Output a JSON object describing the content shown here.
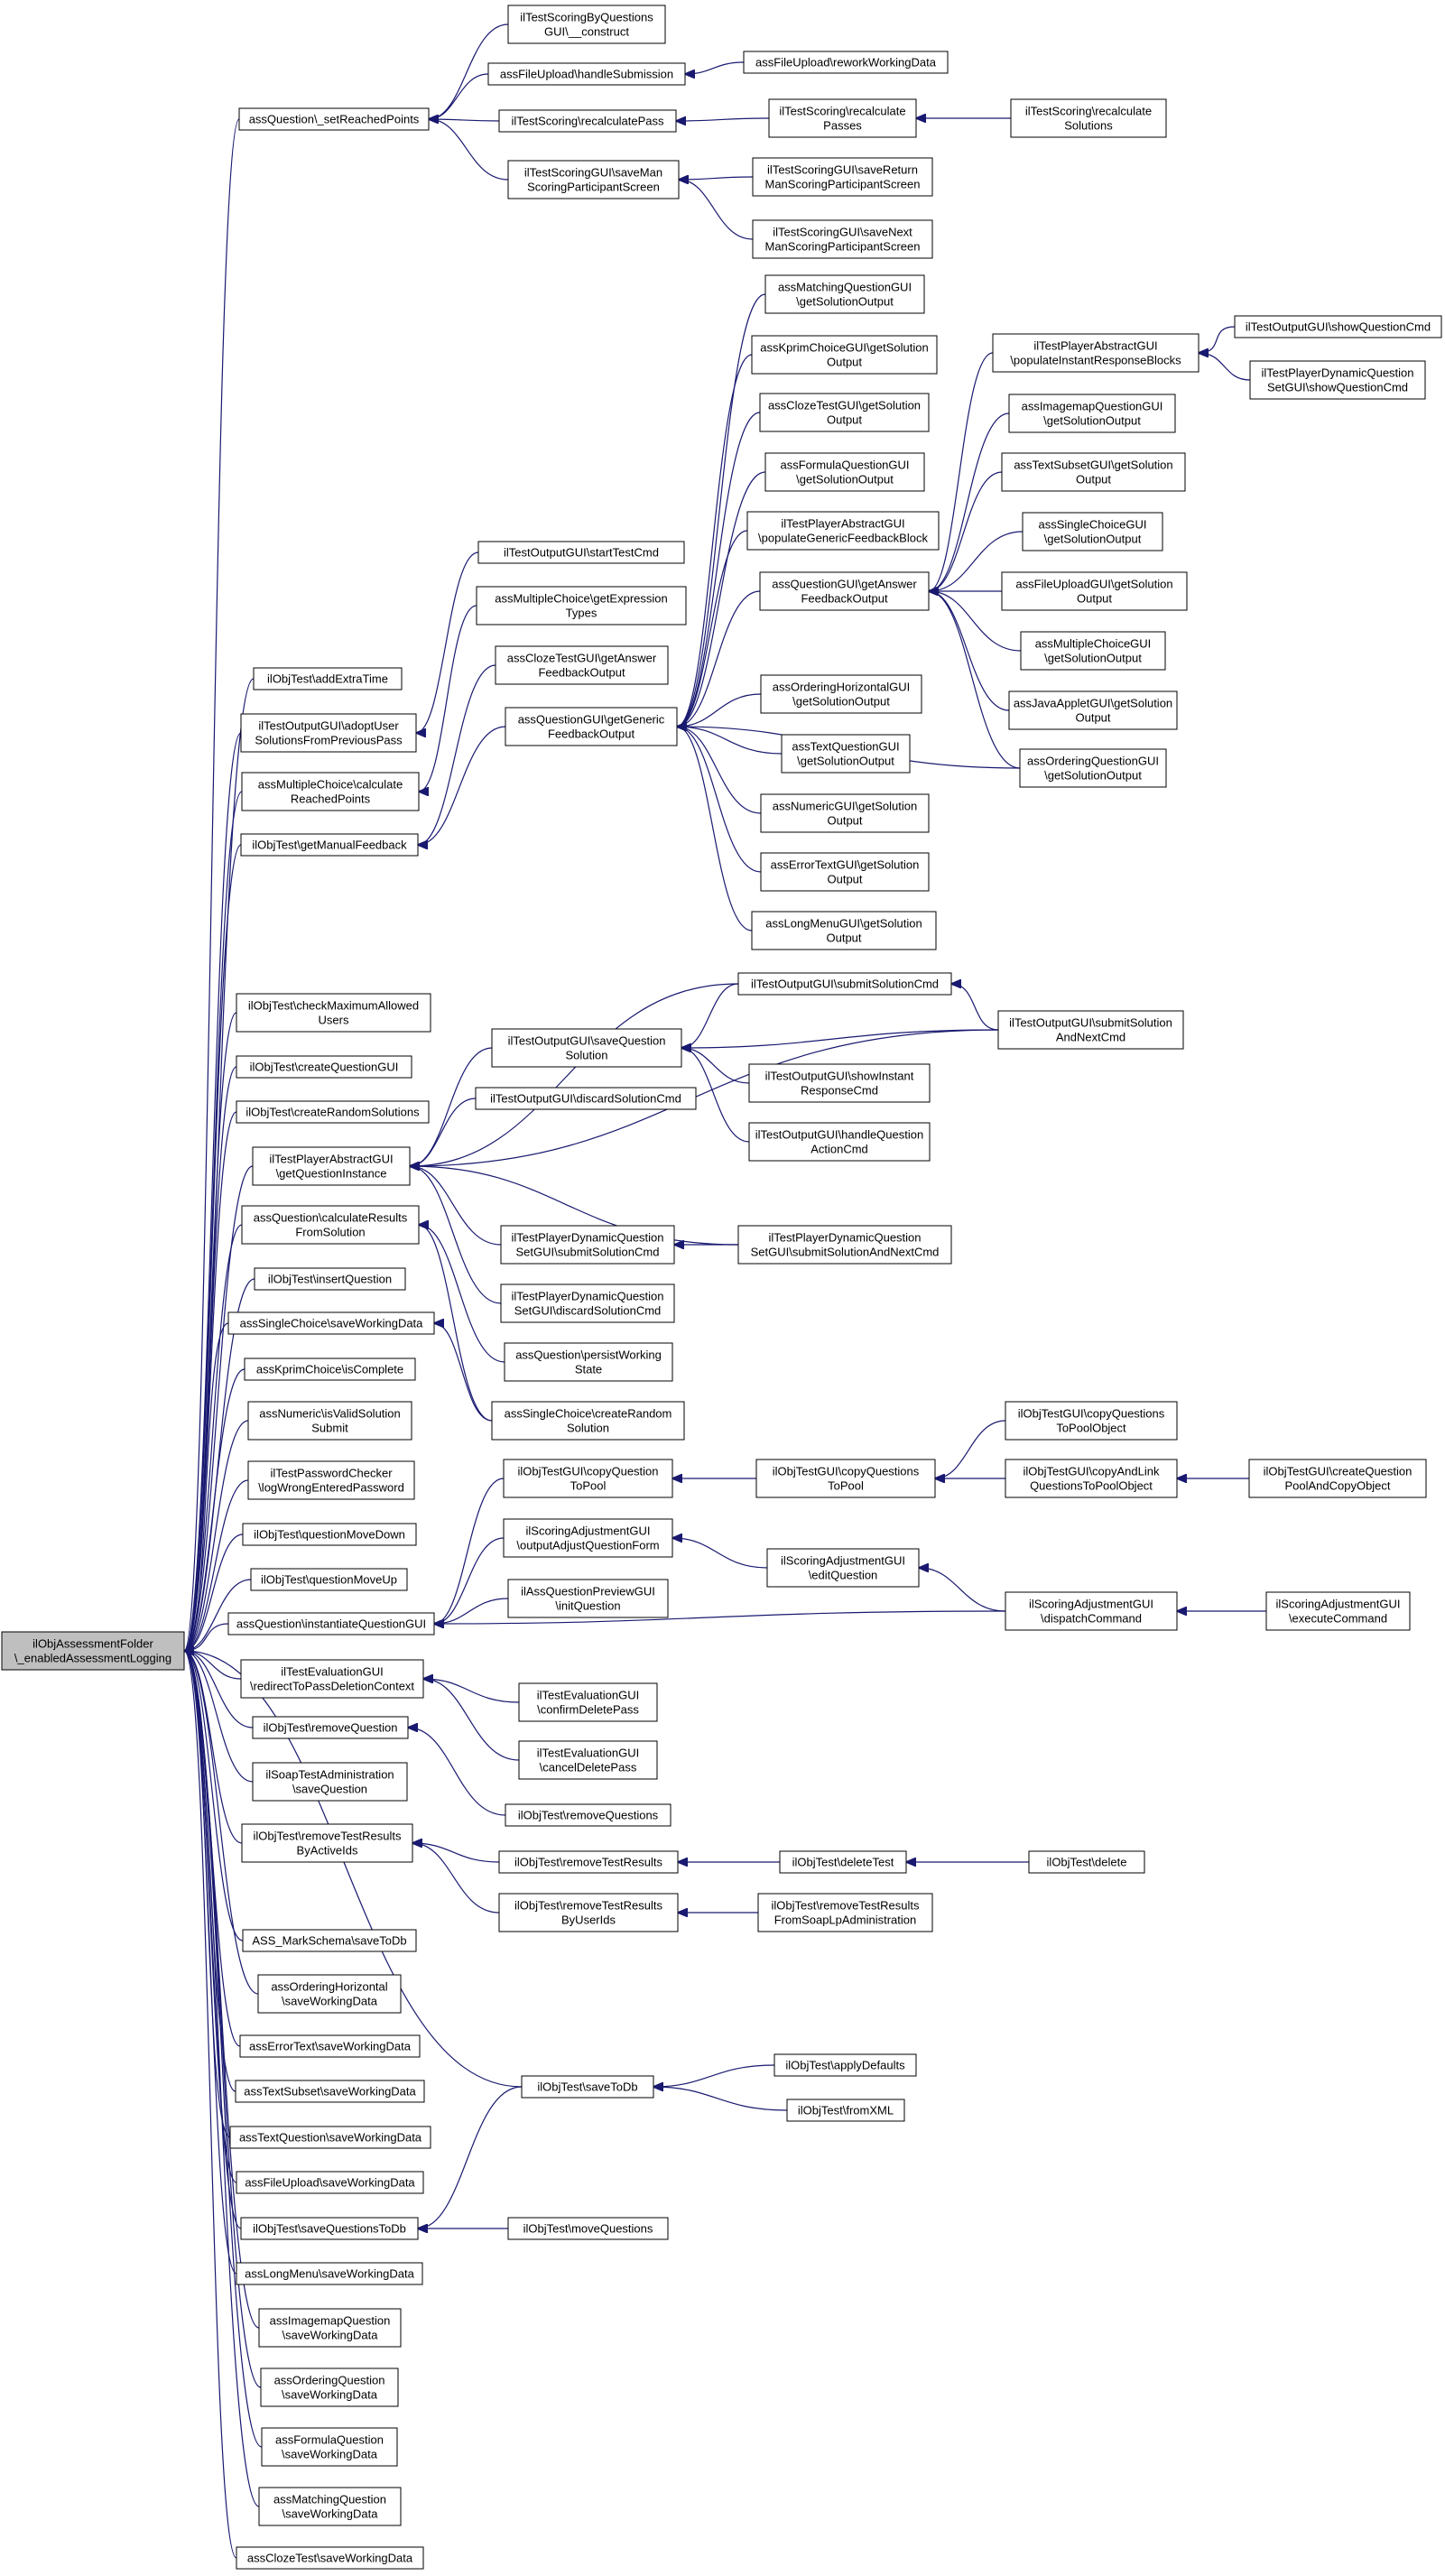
{
  "colors": {
    "edge": "#191970",
    "node_border": "#000000",
    "root_fill": "#bfbfbf",
    "background": "#ffffff"
  },
  "nodes": [
    {
      "id": "root",
      "lines": [
        "ilObjAssessmentFolder",
        "\\_enabledAssessmentLogging"
      ],
      "root": true
    },
    {
      "id": "setReached",
      "lines": [
        "assQuestion\\_setReachedPoints"
      ]
    },
    {
      "id": "scoringConstruct",
      "lines": [
        "ilTestScoringByQuestions",
        "GUI\\__construct"
      ]
    },
    {
      "id": "fileUploadHandle",
      "lines": [
        "assFileUpload\\handleSubmission"
      ]
    },
    {
      "id": "fileUploadRework",
      "lines": [
        "assFileUpload\\reworkWorkingData"
      ]
    },
    {
      "id": "scoringRecalcPass",
      "lines": [
        "ilTestScoring\\recalculatePass"
      ]
    },
    {
      "id": "scoringRecalcPasses",
      "lines": [
        "ilTestScoring\\recalculate",
        "Passes"
      ]
    },
    {
      "id": "scoringRecalcSolutions",
      "lines": [
        "ilTestScoring\\recalculate",
        "Solutions"
      ]
    },
    {
      "id": "scoringGuiSaveMan",
      "lines": [
        "ilTestScoringGUI\\saveMan",
        "ScoringParticipantScreen"
      ]
    },
    {
      "id": "scoringGuiSaveReturn",
      "lines": [
        "ilTestScoringGUI\\saveReturn",
        "ManScoringParticipantScreen"
      ]
    },
    {
      "id": "scoringGuiSaveNext",
      "lines": [
        "ilTestScoringGUI\\saveNext",
        "ManScoringParticipantScreen"
      ]
    },
    {
      "id": "matchingSol",
      "lines": [
        "assMatchingQuestionGUI",
        "\\getSolutionOutput"
      ]
    },
    {
      "id": "kprimSol",
      "lines": [
        "assKprimChoiceGUI\\getSolution",
        "Output"
      ]
    },
    {
      "id": "clozeSol",
      "lines": [
        "assClozeTestGUI\\getSolution",
        "Output"
      ]
    },
    {
      "id": "formulaSol",
      "lines": [
        "assFormulaQuestionGUI",
        "\\getSolutionOutput"
      ]
    },
    {
      "id": "playerPopGeneric",
      "lines": [
        "ilTestPlayerAbstractGUI",
        "\\populateGenericFeedbackBlock"
      ]
    },
    {
      "id": "qguiAnswerFeedback",
      "lines": [
        "assQuestionGUI\\getAnswer",
        "FeedbackOutput"
      ]
    },
    {
      "id": "playerPopInstant",
      "lines": [
        "ilTestPlayerAbstractGUI",
        "\\populateInstantResponseBlocks"
      ]
    },
    {
      "id": "outputShowQuestion",
      "lines": [
        "ilTestOutputGUI\\showQuestionCmd"
      ]
    },
    {
      "id": "dynShowQuestion",
      "lines": [
        "ilTestPlayerDynamicQuestion",
        "SetGUI\\showQuestionCmd"
      ]
    },
    {
      "id": "imagemapSol",
      "lines": [
        "assImagemapQuestionGUI",
        "\\getSolutionOutput"
      ]
    },
    {
      "id": "textSubsetSol",
      "lines": [
        "assTextSubsetGUI\\getSolution",
        "Output"
      ]
    },
    {
      "id": "singleChoiceSol",
      "lines": [
        "assSingleChoiceGUI",
        "\\getSolutionOutput"
      ]
    },
    {
      "id": "fileUploadSol",
      "lines": [
        "assFileUploadGUI\\getSolution",
        "Output"
      ]
    },
    {
      "id": "multipleChoiceSol",
      "lines": [
        "assMultipleChoiceGUI",
        "\\getSolutionOutput"
      ]
    },
    {
      "id": "javaAppletSol",
      "lines": [
        "assJavaAppletGUI\\getSolution",
        "Output"
      ]
    },
    {
      "id": "orderingQSol",
      "lines": [
        "assOrderingQuestionGUI",
        "\\getSolutionOutput"
      ]
    },
    {
      "id": "outputStartTest",
      "lines": [
        "ilTestOutputGUI\\startTestCmd"
      ]
    },
    {
      "id": "mcGetExpression",
      "lines": [
        "assMultipleChoice\\getExpression",
        "Types"
      ]
    },
    {
      "id": "clozeAnswerFeedback",
      "lines": [
        "assClozeTestGUI\\getAnswer",
        "FeedbackOutput"
      ]
    },
    {
      "id": "qguiGenericFeedback",
      "lines": [
        "assQuestionGUI\\getGeneric",
        "FeedbackOutput"
      ]
    },
    {
      "id": "orderingHorizSol",
      "lines": [
        "assOrderingHorizontalGUI",
        "\\getSolutionOutput"
      ]
    },
    {
      "id": "textQSol",
      "lines": [
        "assTextQuestionGUI",
        "\\getSolutionOutput"
      ]
    },
    {
      "id": "numericSol",
      "lines": [
        "assNumericGUI\\getSolution",
        "Output"
      ]
    },
    {
      "id": "errorTextSol",
      "lines": [
        "assErrorTextGUI\\getSolution",
        "Output"
      ]
    },
    {
      "id": "longMenuSol",
      "lines": [
        "assLongMenuGUI\\getSolution",
        "Output"
      ]
    },
    {
      "id": "addExtraTime",
      "lines": [
        "ilObjTest\\addExtraTime"
      ]
    },
    {
      "id": "adoptUser",
      "lines": [
        "ilTestOutputGUI\\adoptUser",
        "SolutionsFromPreviousPass"
      ]
    },
    {
      "id": "mcCalcReached",
      "lines": [
        "assMultipleChoice\\calculate",
        "ReachedPoints"
      ]
    },
    {
      "id": "getManualFeedback",
      "lines": [
        "ilObjTest\\getManualFeedback"
      ]
    },
    {
      "id": "checkMaxUsers",
      "lines": [
        "ilObjTest\\checkMaximumAllowed",
        "Users"
      ]
    },
    {
      "id": "createQuestionGUI",
      "lines": [
        "ilObjTest\\createQuestionGUI"
      ]
    },
    {
      "id": "createRandomSolutions",
      "lines": [
        "ilObjTest\\createRandomSolutions"
      ]
    },
    {
      "id": "playerGetQuestionInstance",
      "lines": [
        "ilTestPlayerAbstractGUI",
        "\\getQuestionInstance"
      ]
    },
    {
      "id": "calcResultsFromSolution",
      "lines": [
        "assQuestion\\calculateResults",
        "FromSolution"
      ]
    },
    {
      "id": "insertQuestion",
      "lines": [
        "ilObjTest\\insertQuestion"
      ]
    },
    {
      "id": "singleSaveWorking",
      "lines": [
        "assSingleChoice\\saveWorkingData"
      ]
    },
    {
      "id": "kprimIsComplete",
      "lines": [
        "assKprimChoice\\isComplete"
      ]
    },
    {
      "id": "numericIsValid",
      "lines": [
        "assNumeric\\isValidSolution",
        "Submit"
      ]
    },
    {
      "id": "passwordChecker",
      "lines": [
        "ilTestPasswordChecker",
        "\\logWrongEnteredPassword"
      ]
    },
    {
      "id": "moveDown",
      "lines": [
        "ilObjTest\\questionMoveDown"
      ]
    },
    {
      "id": "moveUp",
      "lines": [
        "ilObjTest\\questionMoveUp"
      ]
    },
    {
      "id": "submitSolution",
      "lines": [
        "ilTestOutputGUI\\submitSolutionCmd"
      ]
    },
    {
      "id": "saveQuestionSolution",
      "lines": [
        "ilTestOutputGUI\\saveQuestion",
        "Solution"
      ]
    },
    {
      "id": "submitSolutionNext",
      "lines": [
        "ilTestOutputGUI\\submitSolution",
        "AndNextCmd"
      ]
    },
    {
      "id": "discardSolution",
      "lines": [
        "ilTestOutputGUI\\discardSolutionCmd"
      ]
    },
    {
      "id": "showInstantResponse",
      "lines": [
        "ilTestOutputGUI\\showInstant",
        "ResponseCmd"
      ]
    },
    {
      "id": "handleQuestionAction",
      "lines": [
        "ilTestOutputGUI\\handleQuestion",
        "ActionCmd"
      ]
    },
    {
      "id": "dynSubmitSolution",
      "lines": [
        "ilTestPlayerDynamicQuestion",
        "SetGUI\\submitSolutionCmd"
      ]
    },
    {
      "id": "dynSubmitSolutionNext",
      "lines": [
        "ilTestPlayerDynamicQuestion",
        "SetGUI\\submitSolutionAndNextCmd"
      ]
    },
    {
      "id": "dynDiscardSolution",
      "lines": [
        "ilTestPlayerDynamicQuestion",
        "SetGUI\\discardSolutionCmd"
      ]
    },
    {
      "id": "persistWorking",
      "lines": [
        "assQuestion\\persistWorking",
        "State"
      ]
    },
    {
      "id": "singleCreateRandom",
      "lines": [
        "assSingleChoice\\createRandom",
        "Solution"
      ]
    },
    {
      "id": "instantiateQuestionGUI",
      "lines": [
        "assQuestion\\instantiateQuestionGUI"
      ]
    },
    {
      "id": "copyQuestionToPool",
      "lines": [
        "ilObjTestGUI\\copyQuestion",
        "ToPool"
      ]
    },
    {
      "id": "copyQuestionsToPool",
      "lines": [
        "ilObjTestGUI\\copyQuestions",
        "ToPool"
      ]
    },
    {
      "id": "copyQuestionsToPoolObject",
      "lines": [
        "ilObjTestGUI\\copyQuestions",
        "ToPoolObject"
      ]
    },
    {
      "id": "copyAndLink",
      "lines": [
        "ilObjTestGUI\\copyAndLink",
        "QuestionsToPoolObject"
      ]
    },
    {
      "id": "createQuestionPool",
      "lines": [
        "ilObjTestGUI\\createQuestion",
        "PoolAndCopyObject"
      ]
    },
    {
      "id": "scoringAdjOutput",
      "lines": [
        "ilScoringAdjustmentGUI",
        "\\outputAdjustQuestionForm"
      ]
    },
    {
      "id": "scoringAdjEdit",
      "lines": [
        "ilScoringAdjustmentGUI",
        "\\editQuestion"
      ]
    },
    {
      "id": "previewInit",
      "lines": [
        "ilAssQuestionPreviewGUI",
        "\\initQuestion"
      ]
    },
    {
      "id": "scoringAdjDispatch",
      "lines": [
        "ilScoringAdjustmentGUI",
        "\\dispatchCommand"
      ]
    },
    {
      "id": "scoringAdjExecute",
      "lines": [
        "ilScoringAdjustmentGUI",
        "\\executeCommand"
      ]
    },
    {
      "id": "evalRedirect",
      "lines": [
        "ilTestEvaluationGUI",
        "\\redirectToPassDeletionContext"
      ]
    },
    {
      "id": "evalConfirm",
      "lines": [
        "ilTestEvaluationGUI",
        "\\confirmDeletePass"
      ]
    },
    {
      "id": "evalCancel",
      "lines": [
        "ilTestEvaluationGUI",
        "\\cancelDeletePass"
      ]
    },
    {
      "id": "removeQuestion",
      "lines": [
        "ilObjTest\\removeQuestion"
      ]
    },
    {
      "id": "soapSaveQuestion",
      "lines": [
        "ilSoapTestAdministration",
        "\\saveQuestion"
      ]
    },
    {
      "id": "removeQuestions",
      "lines": [
        "ilObjTest\\removeQuestions"
      ]
    },
    {
      "id": "removeTestResultsByActive",
      "lines": [
        "ilObjTest\\removeTestResults",
        "ByActiveIds"
      ]
    },
    {
      "id": "removeTestResults",
      "lines": [
        "ilObjTest\\removeTestResults"
      ]
    },
    {
      "id": "deleteTest",
      "lines": [
        "ilObjTest\\deleteTest"
      ]
    },
    {
      "id": "deleteObj",
      "lines": [
        "ilObjTest\\delete"
      ]
    },
    {
      "id": "removeTestResultsByUser",
      "lines": [
        "ilObjTest\\removeTestResults",
        "ByUserIds"
      ]
    },
    {
      "id": "removeTestResultsSoap",
      "lines": [
        "ilObjTest\\removeTestResults",
        "FromSoapLpAdministration"
      ]
    },
    {
      "id": "markSchemaSave",
      "lines": [
        "ASS_MarkSchema\\saveToDb"
      ]
    },
    {
      "id": "orderingHorizSave",
      "lines": [
        "assOrderingHorizontal",
        "\\saveWorkingData"
      ]
    },
    {
      "id": "errorTextSave",
      "lines": [
        "assErrorText\\saveWorkingData"
      ]
    },
    {
      "id": "textSubsetSave",
      "lines": [
        "assTextSubset\\saveWorkingData"
      ]
    },
    {
      "id": "textQuestionSave",
      "lines": [
        "assTextQuestion\\saveWorkingData"
      ]
    },
    {
      "id": "fileUploadSave",
      "lines": [
        "assFileUpload\\saveWorkingData"
      ]
    },
    {
      "id": "saveQuestionsToDb",
      "lines": [
        "ilObjTest\\saveQuestionsToDb"
      ]
    },
    {
      "id": "saveToDb",
      "lines": [
        "ilObjTest\\saveToDb"
      ]
    },
    {
      "id": "applyDefaults",
      "lines": [
        "ilObjTest\\applyDefaults"
      ]
    },
    {
      "id": "fromXML",
      "lines": [
        "ilObjTest\\fromXML"
      ]
    },
    {
      "id": "moveQuestions",
      "lines": [
        "ilObjTest\\moveQuestions"
      ]
    },
    {
      "id": "longMenuSave",
      "lines": [
        "assLongMenu\\saveWorkingData"
      ]
    },
    {
      "id": "imagemapSave",
      "lines": [
        "assImagemapQuestion",
        "\\saveWorkingData"
      ]
    },
    {
      "id": "orderingQSave",
      "lines": [
        "assOrderingQuestion",
        "\\saveWorkingData"
      ]
    },
    {
      "id": "formulaSave",
      "lines": [
        "assFormulaQuestion",
        "\\saveWorkingData"
      ]
    },
    {
      "id": "matchingSave",
      "lines": [
        "assMatchingQuestion",
        "\\saveWorkingData"
      ]
    },
    {
      "id": "clozeSave",
      "lines": [
        "assClozeTest\\saveWorkingData"
      ]
    }
  ],
  "edges": [
    [
      "setReached",
      "root"
    ],
    [
      "scoringConstruct",
      "setReached"
    ],
    [
      "fileUploadHandle",
      "setReached"
    ],
    [
      "fileUploadRework",
      "fileUploadHandle"
    ],
    [
      "scoringRecalcPass",
      "setReached"
    ],
    [
      "scoringRecalcPasses",
      "scoringRecalcPass"
    ],
    [
      "scoringRecalcSolutions",
      "scoringRecalcPasses"
    ],
    [
      "scoringGuiSaveMan",
      "setReached"
    ],
    [
      "scoringGuiSaveReturn",
      "scoringGuiSaveMan"
    ],
    [
      "scoringGuiSaveNext",
      "scoringGuiSaveMan"
    ],
    [
      "matchingSol",
      "qguiGenericFeedback"
    ],
    [
      "kprimSol",
      "qguiGenericFeedback"
    ],
    [
      "clozeSol",
      "qguiGenericFeedback"
    ],
    [
      "formulaSol",
      "qguiGenericFeedback"
    ],
    [
      "playerPopGeneric",
      "qguiGenericFeedback"
    ],
    [
      "qguiAnswerFeedback",
      "qguiGenericFeedback"
    ],
    [
      "playerPopInstant",
      "qguiAnswerFeedback"
    ],
    [
      "outputShowQuestion",
      "playerPopInstant"
    ],
    [
      "dynShowQuestion",
      "playerPopInstant"
    ],
    [
      "imagemapSol",
      "qguiAnswerFeedback"
    ],
    [
      "textSubsetSol",
      "qguiAnswerFeedback"
    ],
    [
      "singleChoiceSol",
      "qguiAnswerFeedback"
    ],
    [
      "fileUploadSol",
      "qguiAnswerFeedback"
    ],
    [
      "multipleChoiceSol",
      "qguiAnswerFeedback"
    ],
    [
      "javaAppletSol",
      "qguiAnswerFeedback"
    ],
    [
      "orderingQSol",
      "qguiAnswerFeedback"
    ],
    [
      "orderingQSol",
      "qguiGenericFeedback"
    ],
    [
      "outputStartTest",
      "adoptUser"
    ],
    [
      "mcGetExpression",
      "mcCalcReached"
    ],
    [
      "clozeAnswerFeedback",
      "getManualFeedback"
    ],
    [
      "qguiGenericFeedback",
      "getManualFeedback"
    ],
    [
      "orderingHorizSol",
      "qguiGenericFeedback"
    ],
    [
      "textQSol",
      "qguiGenericFeedback"
    ],
    [
      "numericSol",
      "qguiGenericFeedback"
    ],
    [
      "errorTextSol",
      "qguiGenericFeedback"
    ],
    [
      "longMenuSol",
      "qguiGenericFeedback"
    ],
    [
      "addExtraTime",
      "root"
    ],
    [
      "adoptUser",
      "root"
    ],
    [
      "mcCalcReached",
      "root"
    ],
    [
      "getManualFeedback",
      "root"
    ],
    [
      "checkMaxUsers",
      "root"
    ],
    [
      "createQuestionGUI",
      "root"
    ],
    [
      "createRandomSolutions",
      "root"
    ],
    [
      "playerGetQuestionInstance",
      "root"
    ],
    [
      "calcResultsFromSolution",
      "root"
    ],
    [
      "insertQuestion",
      "root"
    ],
    [
      "singleSaveWorking",
      "root"
    ],
    [
      "kprimIsComplete",
      "root"
    ],
    [
      "numericIsValid",
      "root"
    ],
    [
      "passwordChecker",
      "root"
    ],
    [
      "moveDown",
      "root"
    ],
    [
      "moveUp",
      "root"
    ],
    [
      "submitSolution",
      "playerGetQuestionInstance"
    ],
    [
      "saveQuestionSolution",
      "playerGetQuestionInstance"
    ],
    [
      "submitSolution",
      "saveQuestionSolution"
    ],
    [
      "submitSolutionNext",
      "saveQuestionSolution"
    ],
    [
      "submitSolutionNext",
      "submitSolution"
    ],
    [
      "submitSolutionNext",
      "playerGetQuestionInstance"
    ],
    [
      "discardSolution",
      "playerGetQuestionInstance"
    ],
    [
      "showInstantResponse",
      "saveQuestionSolution"
    ],
    [
      "handleQuestionAction",
      "saveQuestionSolution"
    ],
    [
      "dynSubmitSolution",
      "playerGetQuestionInstance"
    ],
    [
      "dynSubmitSolutionNext",
      "dynSubmitSolution"
    ],
    [
      "dynSubmitSolutionNext",
      "playerGetQuestionInstance"
    ],
    [
      "dynDiscardSolution",
      "playerGetQuestionInstance"
    ],
    [
      "persistWorking",
      "calcResultsFromSolution"
    ],
    [
      "singleCreateRandom",
      "calcResultsFromSolution"
    ],
    [
      "singleCreateRandom",
      "singleSaveWorking"
    ],
    [
      "instantiateQuestionGUI",
      "root"
    ],
    [
      "copyQuestionToPool",
      "instantiateQuestionGUI"
    ],
    [
      "copyQuestionsToPool",
      "copyQuestionToPool"
    ],
    [
      "copyQuestionsToPoolObject",
      "copyQuestionsToPool"
    ],
    [
      "copyAndLink",
      "copyQuestionsToPool"
    ],
    [
      "createQuestionPool",
      "copyAndLink"
    ],
    [
      "scoringAdjOutput",
      "instantiateQuestionGUI"
    ],
    [
      "scoringAdjEdit",
      "scoringAdjOutput"
    ],
    [
      "previewInit",
      "instantiateQuestionGUI"
    ],
    [
      "scoringAdjDispatch",
      "instantiateQuestionGUI"
    ],
    [
      "scoringAdjDispatch",
      "scoringAdjEdit"
    ],
    [
      "scoringAdjExecute",
      "scoringAdjDispatch"
    ],
    [
      "evalRedirect",
      "root"
    ],
    [
      "evalConfirm",
      "evalRedirect"
    ],
    [
      "evalCancel",
      "evalRedirect"
    ],
    [
      "removeQuestion",
      "root"
    ],
    [
      "soapSaveQuestion",
      "root"
    ],
    [
      "removeQuestions",
      "removeQuestion"
    ],
    [
      "removeTestResultsByActive",
      "root"
    ],
    [
      "removeTestResults",
      "removeTestResultsByActive"
    ],
    [
      "deleteTest",
      "removeTestResults"
    ],
    [
      "deleteObj",
      "deleteTest"
    ],
    [
      "removeTestResultsByUser",
      "removeTestResultsByActive"
    ],
    [
      "removeTestResultsSoap",
      "removeTestResultsByUser"
    ],
    [
      "markSchemaSave",
      "root"
    ],
    [
      "orderingHorizSave",
      "root"
    ],
    [
      "errorTextSave",
      "root"
    ],
    [
      "textSubsetSave",
      "root"
    ],
    [
      "textQuestionSave",
      "root"
    ],
    [
      "fileUploadSave",
      "root"
    ],
    [
      "saveQuestionsToDb",
      "root"
    ],
    [
      "saveToDb",
      "root"
    ],
    [
      "saveToDb",
      "saveQuestionsToDb"
    ],
    [
      "applyDefaults",
      "saveToDb"
    ],
    [
      "fromXML",
      "saveToDb"
    ],
    [
      "moveQuestions",
      "saveQuestionsToDb"
    ],
    [
      "longMenuSave",
      "root"
    ],
    [
      "imagemapSave",
      "root"
    ],
    [
      "orderingQSave",
      "root"
    ],
    [
      "formulaSave",
      "root"
    ],
    [
      "matchingSave",
      "root"
    ],
    [
      "clozeSave",
      "root"
    ]
  ]
}
